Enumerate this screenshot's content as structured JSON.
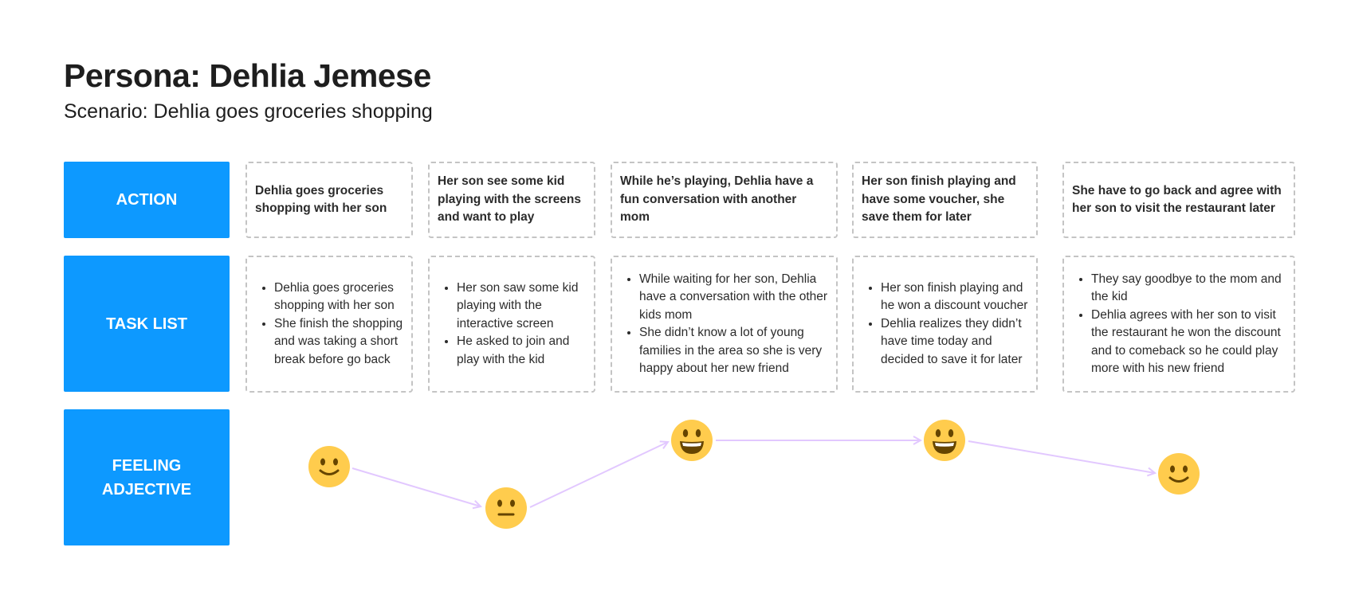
{
  "title": "Persona: Dehlia Jemese",
  "subtitle": "Scenario: Dehlia goes groceries shopping",
  "rows": {
    "action": "ACTION",
    "task_list": "TASK LIST",
    "feeling_line1": "FEELING",
    "feeling_line2": "ADJECTIVE"
  },
  "steps": [
    {
      "action": "Dehlia goes groceries shopping with her son",
      "tasks": [
        "Dehlia goes groceries shopping with her son",
        "She finish the shopping and was taking a short break before go back"
      ],
      "feeling": "smile"
    },
    {
      "action": "Her son see some kid playing with the screens and want to play",
      "tasks": [
        "Her son saw some kid playing with the interactive screen",
        "He asked to join and play with the kid"
      ],
      "feeling": "neutral"
    },
    {
      "action": "While he’s playing, Dehlia  have a fun conversation with another mom",
      "tasks": [
        "While waiting for her son, Dehlia have a conversation with the other kids mom",
        "She didn’t know a lot of young families in the area so she is very happy about her new friend"
      ],
      "feeling": "grin"
    },
    {
      "action": "Her son finish playing and have some voucher, she save them for later",
      "tasks": [
        "Her son finish playing and he won a discount voucher",
        "Dehlia realizes they didn’t have time today and decided to save it for later"
      ],
      "feeling": "grin"
    },
    {
      "action": "She have to go back and agree with her son to visit the restaurant later",
      "tasks": [
        "They say goodbye to the mom and the kid",
        "Dehlia agrees with her son to visit the restaurant he won the discount and to comeback so he could play more with his new friend"
      ],
      "feeling": "smile"
    }
  ],
  "colors": {
    "label_bg": "#0d99ff",
    "arrow": "#e2c8ff",
    "face": "#ffcc4d",
    "face_feature": "#664500"
  }
}
